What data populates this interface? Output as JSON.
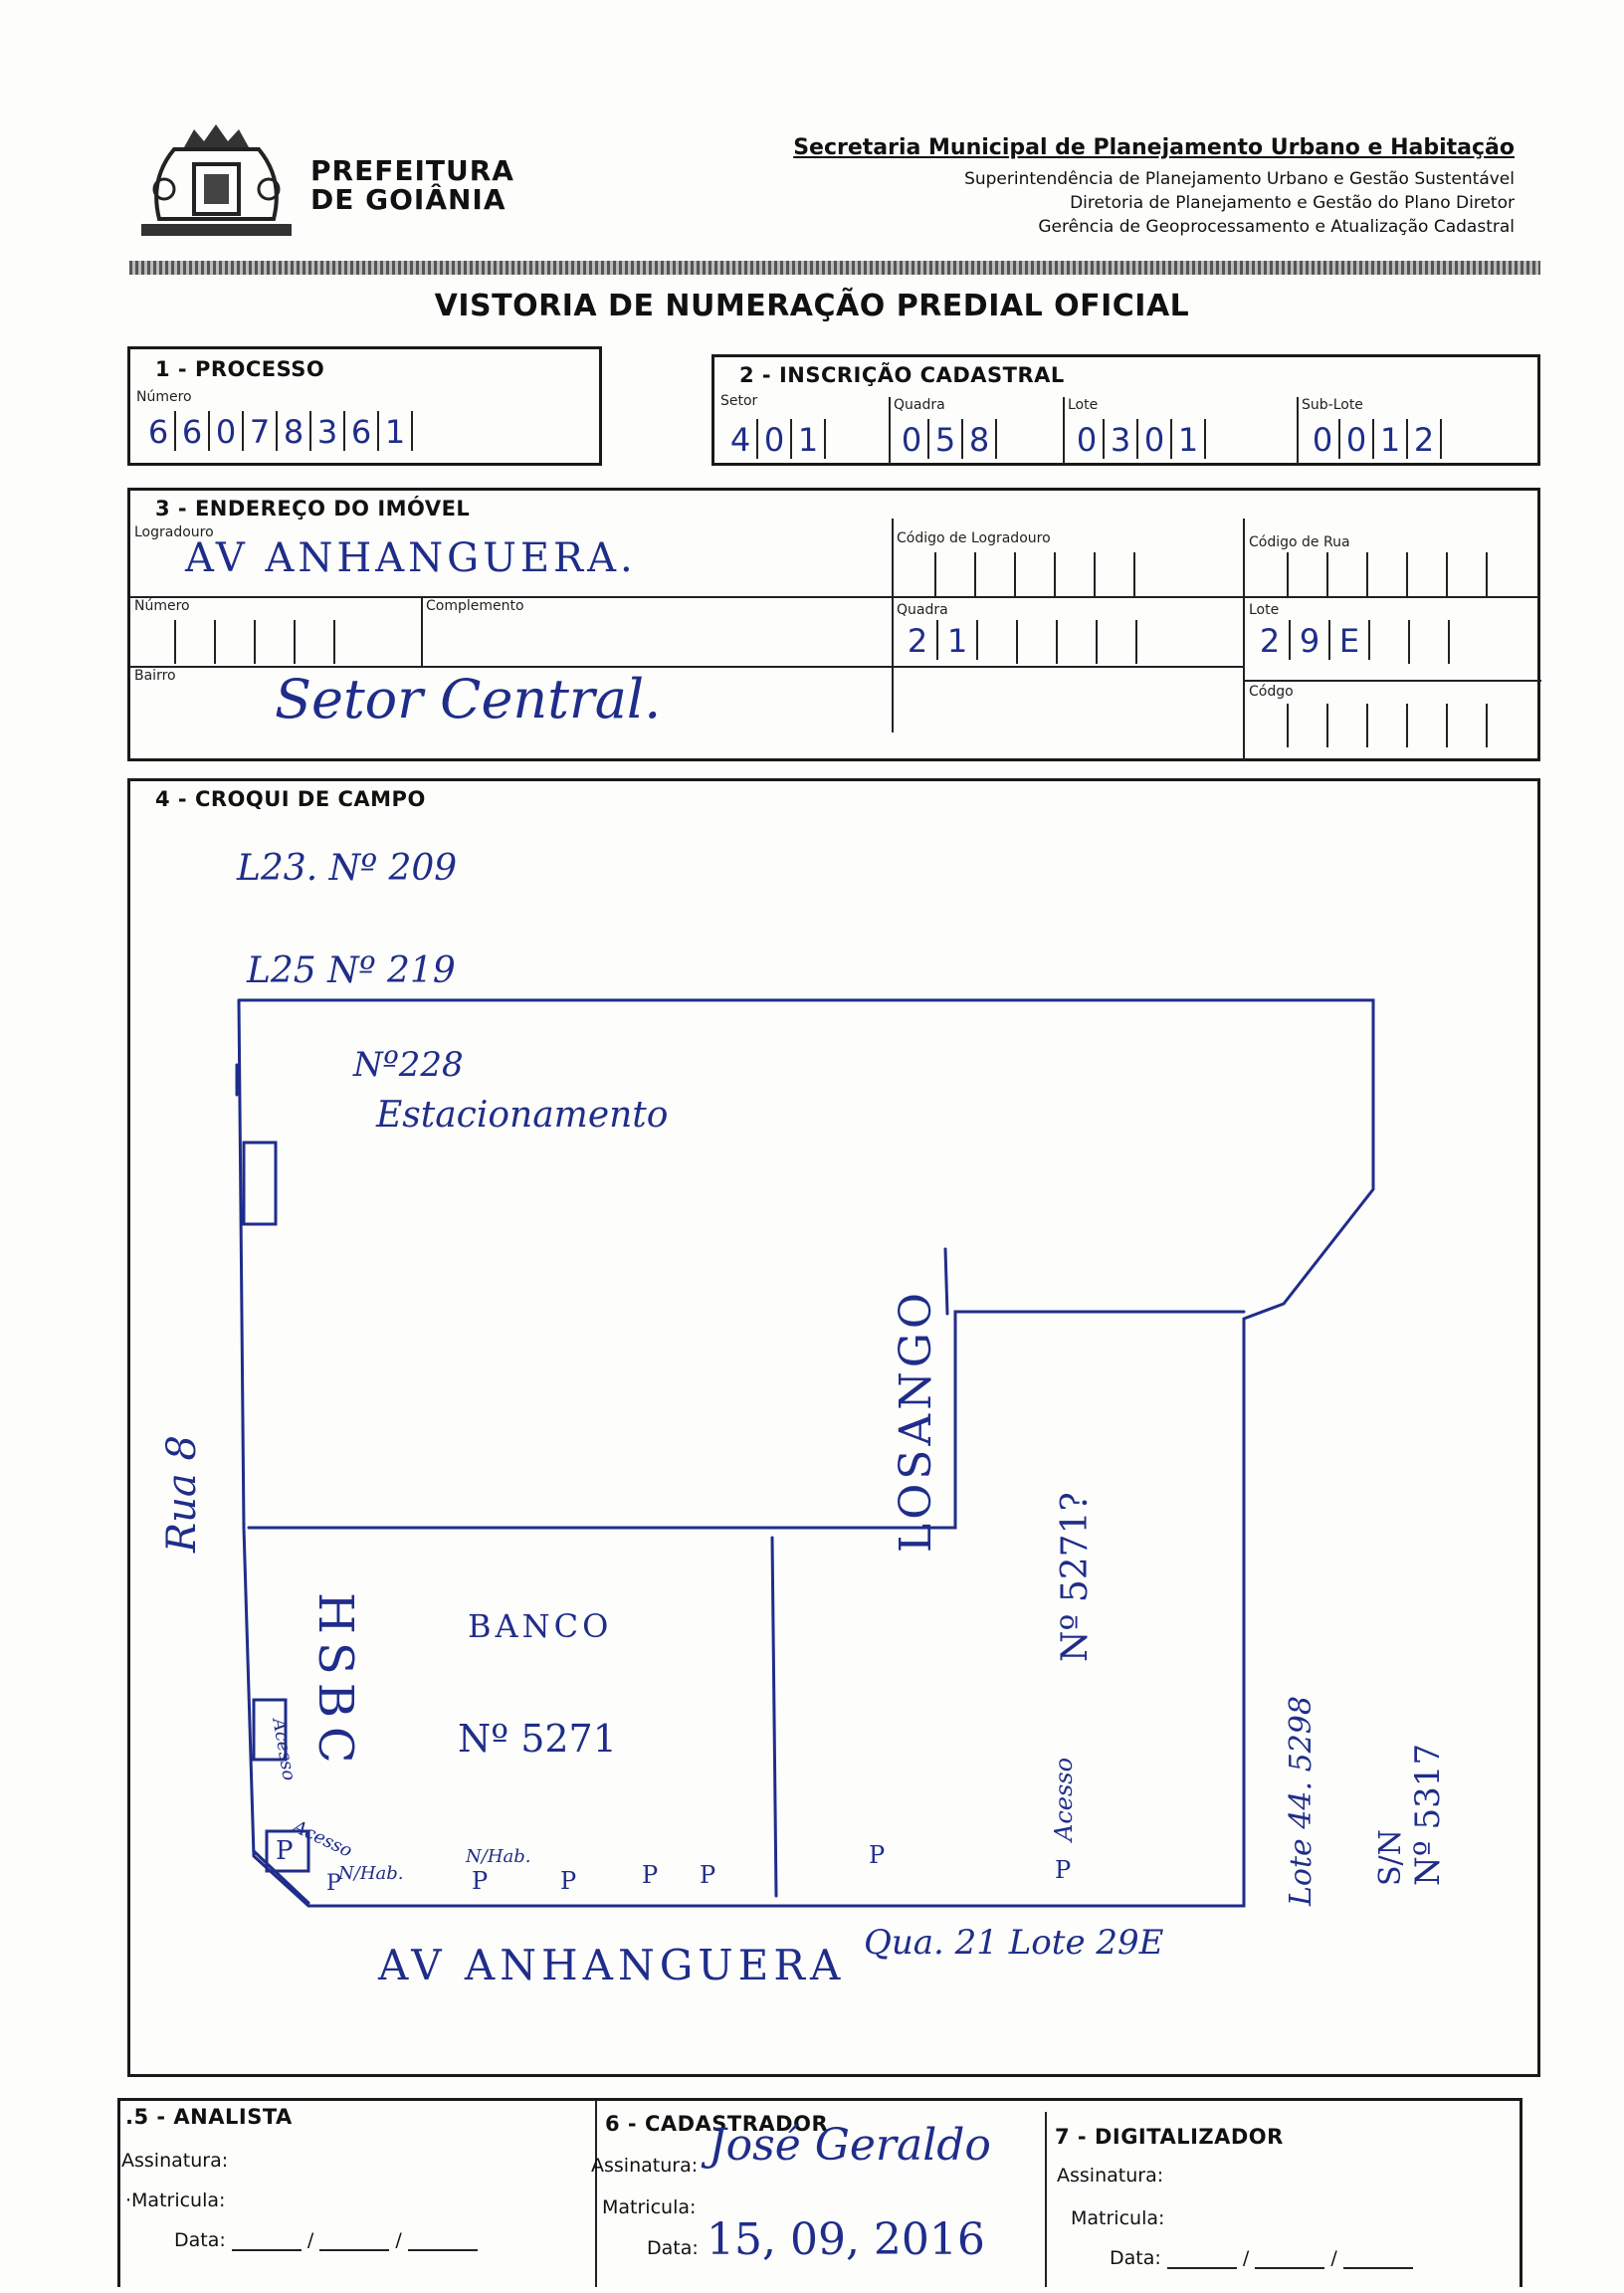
{
  "header": {
    "org_line1": "PREFEITURA",
    "org_line2": "DE GOIÂNIA",
    "secretaria": "Secretaria Municipal de Planejamento Urbano e Habitação",
    "line2": "Superintendência de Planejamento Urbano e Gestão Sustentável",
    "line3": "Diretoria de Planejamento e Gestão do Plano Diretor",
    "line4": "Gerência de Geoprocessamento e Atualização Cadastral"
  },
  "title": "VISTORIA DE NUMERAÇÃO PREDIAL OFICIAL",
  "processo": {
    "title": "1 - PROCESSO",
    "numero_label": "Número",
    "digits": [
      "6",
      "6",
      "0",
      "7",
      "8",
      "3",
      "6",
      "1"
    ]
  },
  "inscricao": {
    "title": "2 - INSCRIÇÃO CADASTRAL",
    "setor_label": "Setor",
    "quadra_label": "Quadra",
    "lote_label": "Lote",
    "sublote_label": "Sub-Lote",
    "setor": [
      "4",
      "0",
      "1"
    ],
    "quadra": [
      "0",
      "5",
      "8"
    ],
    "lote": [
      "0",
      "3",
      "0",
      "1"
    ],
    "sublote": [
      "0",
      "0",
      "1",
      "2"
    ]
  },
  "endereco": {
    "title": "3 - ENDEREÇO DO IMÓVEL",
    "logradouro_label": "Logradouro",
    "logradouro": "AV ANHANGUERA.",
    "cod_logradouro_label": "Código de Logradouro",
    "cod_rua_label": "Código de Rua",
    "numero_label": "Número",
    "complemento_label": "Complemento",
    "quadra_label": "Quadra",
    "quadra": [
      "2",
      "1"
    ],
    "lote_label": "Lote",
    "lote": [
      "2",
      "9",
      "E"
    ],
    "bairro_label": "Bairro",
    "bairro": "Setor Central.",
    "codigo_label": "Códgo"
  },
  "croqui": {
    "title": "4 - CROQUI DE CAMPO",
    "l23": "L23. Nº 209",
    "l25": "L25 Nº 219",
    "n228": "Nº228",
    "estacionamento": "Estacionamento",
    "rua": "Rua 8",
    "hsbc": "HSBC",
    "banco": "BANCO",
    "banco_num": "Nº 5271",
    "losango": "LOSANGO",
    "n5271q": "Nº 5271?",
    "acesso1": "Acesso",
    "acesso2": "Acesso",
    "acesso3": "Acesso",
    "nhab1": "N/Hab.",
    "nhab2": "N/Hab.",
    "p": "P",
    "lote44": "Lote 44. 5298",
    "sn": "S/N",
    "n5317": "Nº 5317",
    "avenida": "AV ANHANGUERA",
    "qua_lote": "Qua. 21 Lote 29E"
  },
  "analista": {
    "title": ".5 - ANALISTA",
    "assinatura": "Assinatura:",
    "matricula": "·Matricula:",
    "data": "Data:"
  },
  "cadastrador": {
    "title": "6 - CADASTRADOR",
    "assinatura": "Assinatura:",
    "assinatura_value": "José Geraldo",
    "matricula": "Matricula:",
    "data": "Data:",
    "data_value": "15, 09, 2016"
  },
  "digitalizador": {
    "title": "7 - DIGITALIZADOR",
    "assinatura": "Assinatura:",
    "matricula": "Matricula:",
    "data": "Data:"
  }
}
